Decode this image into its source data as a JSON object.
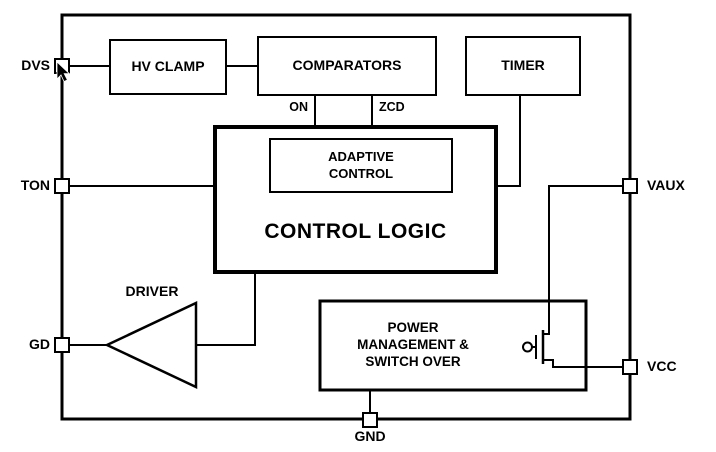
{
  "diagram": {
    "blocks": {
      "hv_clamp": "HV CLAMP",
      "comparators": "COMPARATORS",
      "timer": "TIMER",
      "adaptive_control": "ADAPTIVE\nCONTROL",
      "control_logic": "CONTROL LOGIC",
      "driver": "DRIVER",
      "power_management": "POWER\nMANAGEMENT &\nSWITCH OVER"
    },
    "pins": {
      "dvs": "DVS",
      "ton": "TON",
      "gd": "GD",
      "vaux": "VAUX",
      "vcc": "VCC",
      "gnd": "GND"
    },
    "signals": {
      "on": "ON",
      "zcd": "ZCD"
    },
    "colors": {
      "line": "#000000",
      "background": "#ffffff"
    }
  }
}
